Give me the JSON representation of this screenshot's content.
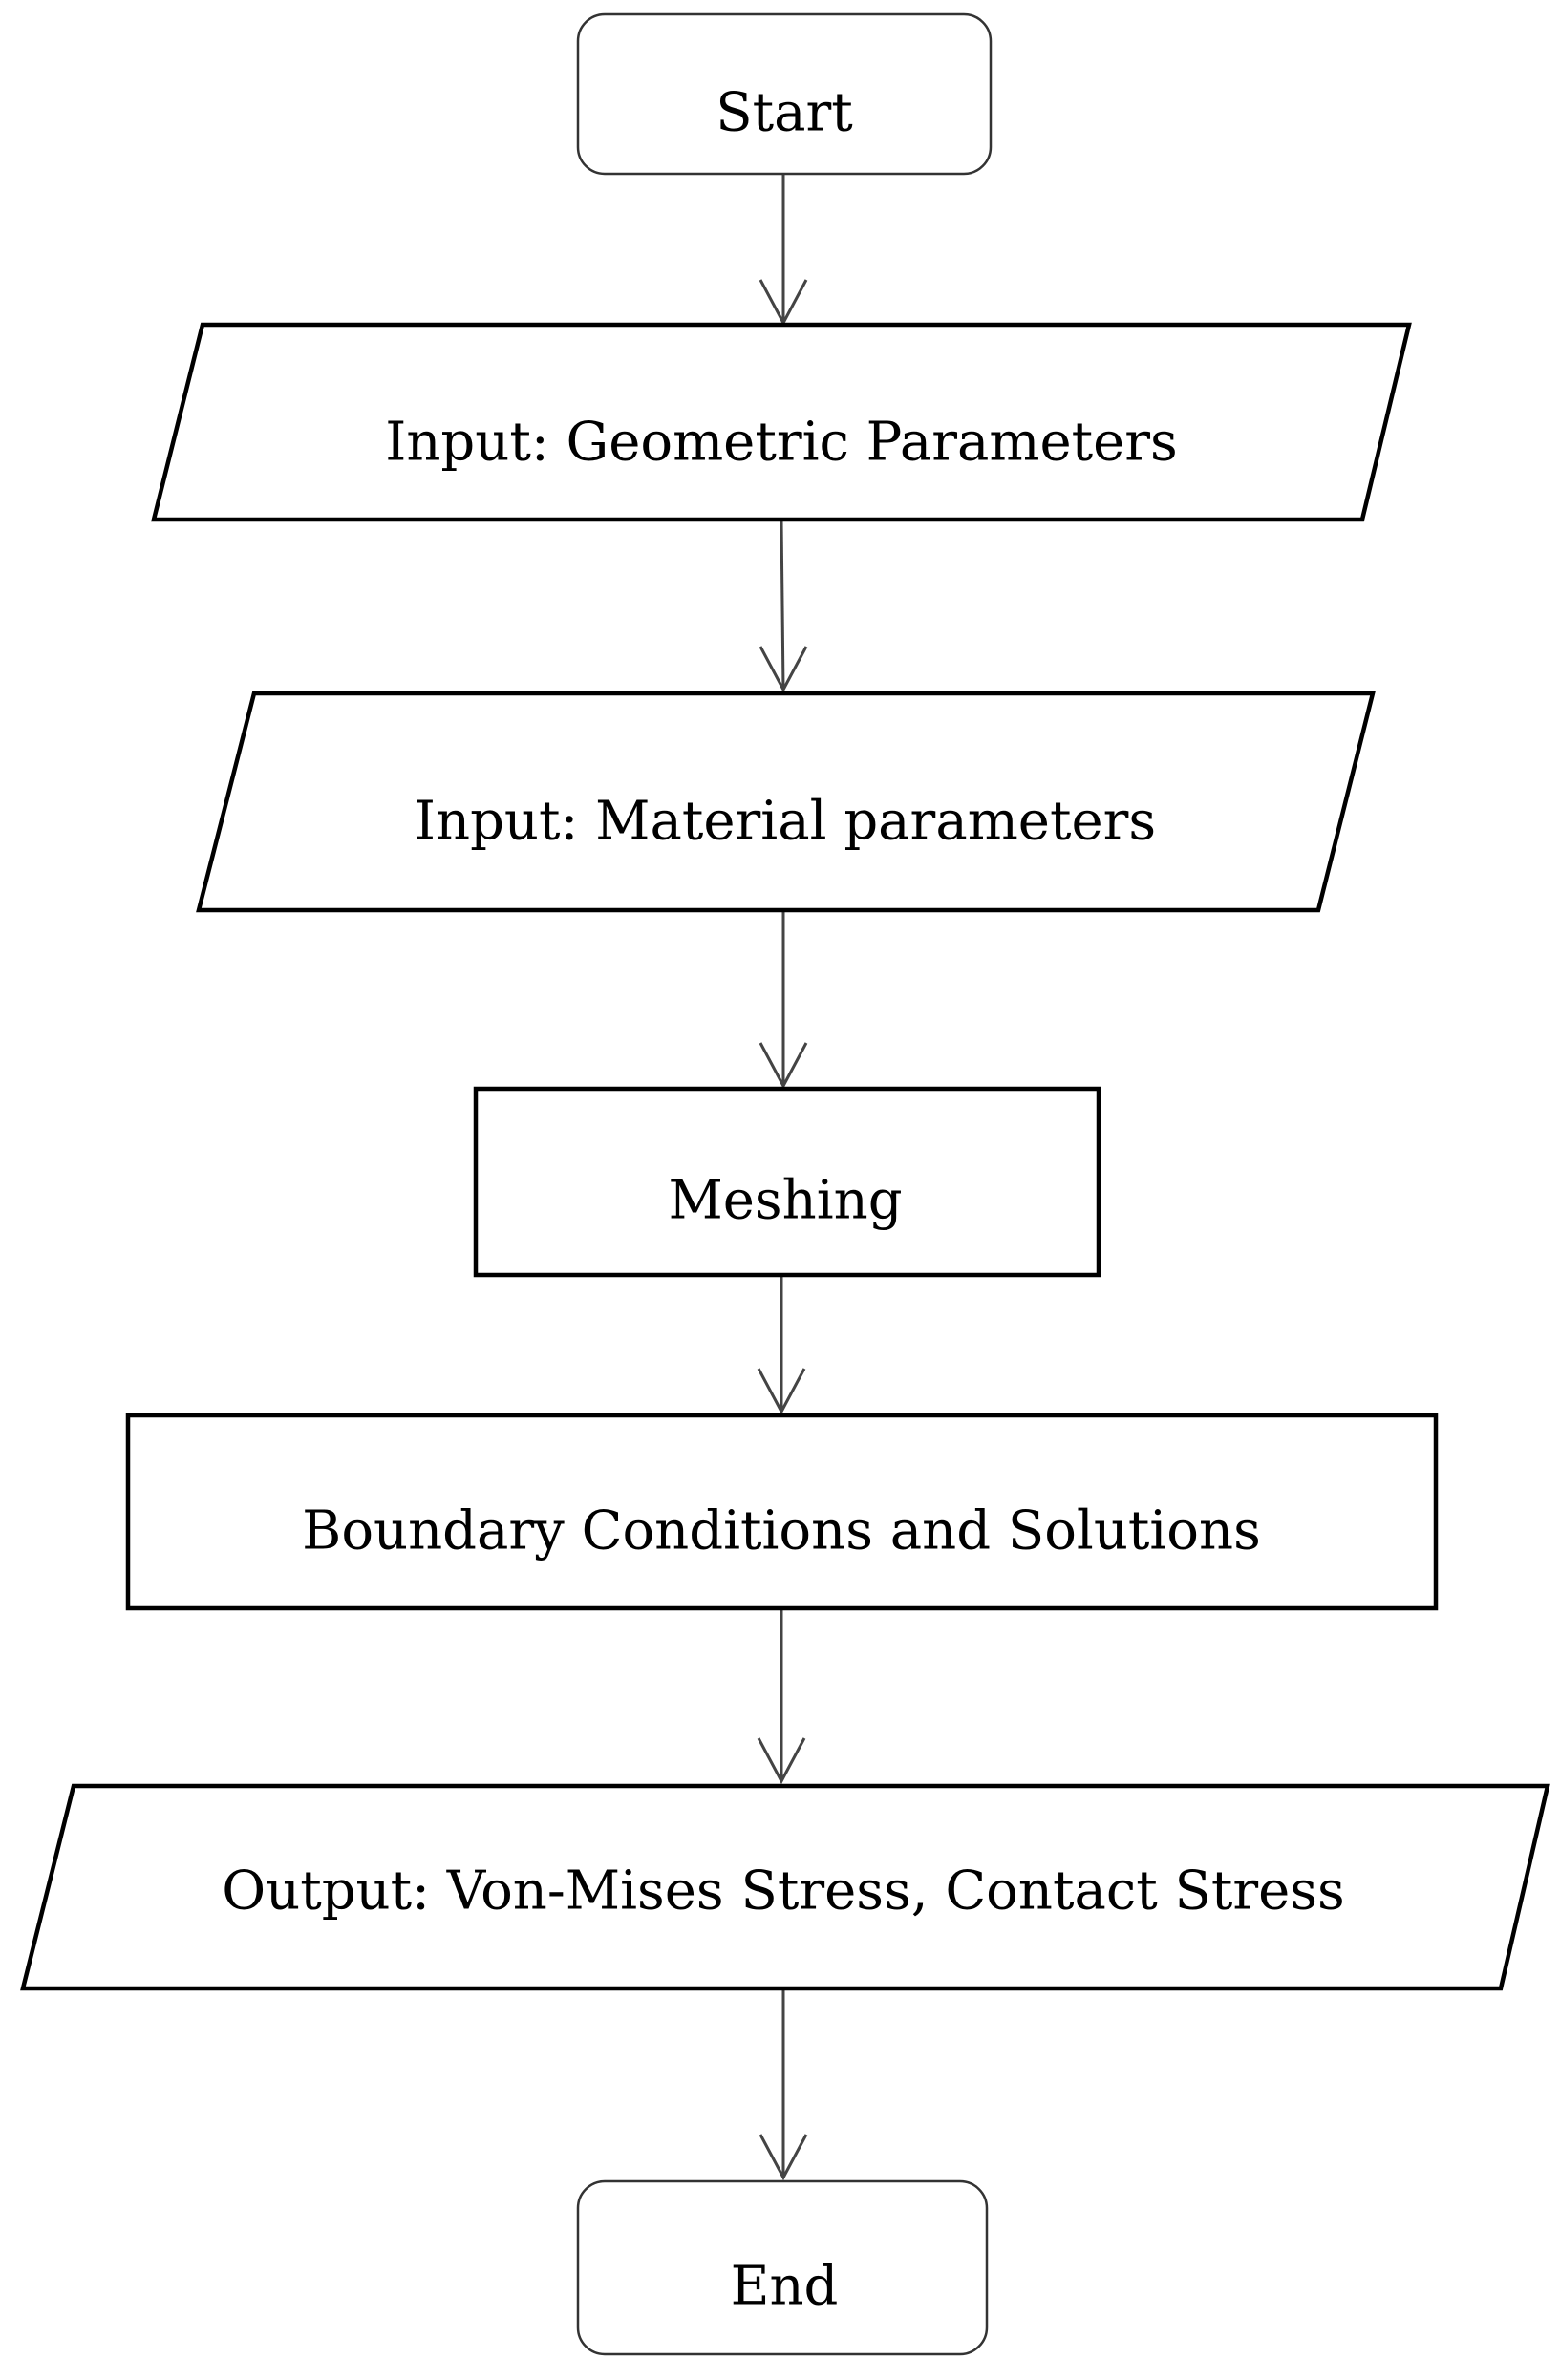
{
  "flowchart": {
    "nodes": [
      {
        "id": "start",
        "shape": "terminator",
        "label": "Start"
      },
      {
        "id": "input-geometric",
        "shape": "parallelogram",
        "label": "Input: Geometric Parameters"
      },
      {
        "id": "input-material",
        "shape": "parallelogram",
        "label": "Input: Material parameters"
      },
      {
        "id": "meshing",
        "shape": "process",
        "label": "Meshing"
      },
      {
        "id": "boundary",
        "shape": "process",
        "label": "Boundary Conditions and Solutions"
      },
      {
        "id": "output",
        "shape": "parallelogram",
        "label": "Output: Von-Mises Stress, Contact Stress"
      },
      {
        "id": "end",
        "shape": "terminator",
        "label": "End"
      }
    ],
    "edges": [
      {
        "from": "start",
        "to": "input-geometric"
      },
      {
        "from": "input-geometric",
        "to": "input-material"
      },
      {
        "from": "input-material",
        "to": "meshing"
      },
      {
        "from": "meshing",
        "to": "boundary"
      },
      {
        "from": "boundary",
        "to": "output"
      },
      {
        "from": "output",
        "to": "end"
      }
    ]
  }
}
